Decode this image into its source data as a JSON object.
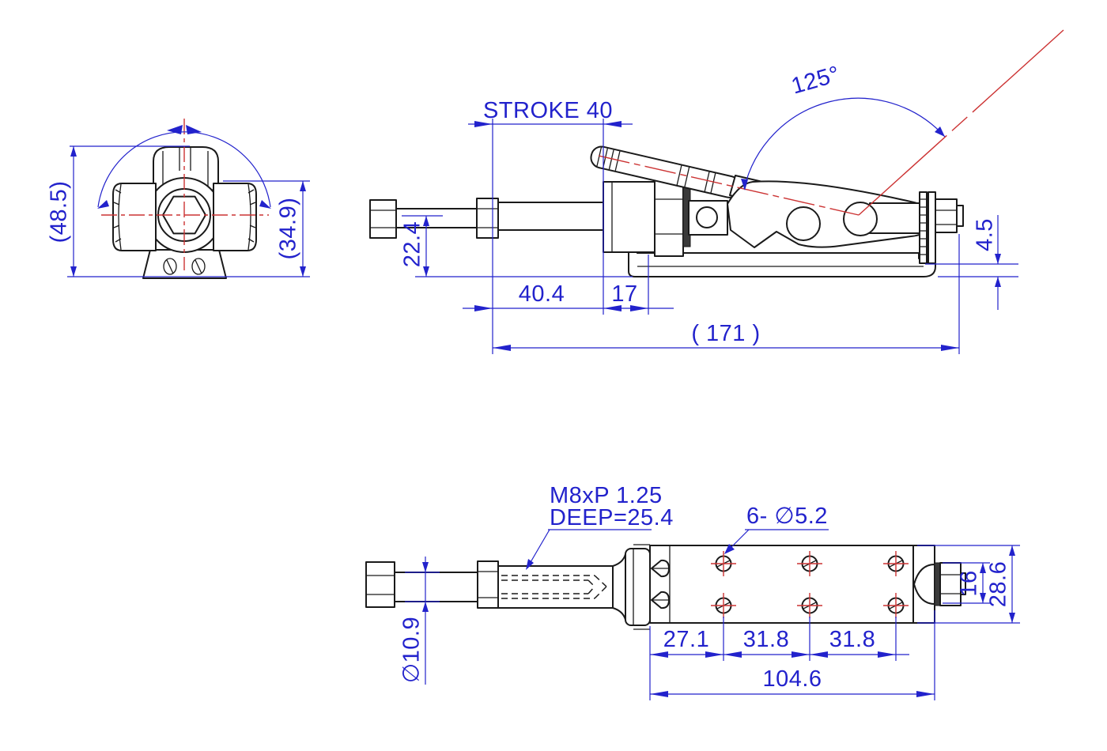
{
  "drawing": {
    "colors": {
      "lines": "#1a1a1a",
      "dimensions": "#2222cc",
      "centerlines": "#cc3333"
    },
    "front_view": {
      "overall_height": "(48.5)",
      "boss_height": "(34.9)"
    },
    "side_view": {
      "stroke_label": "STROKE 40",
      "handle_angle": "125°",
      "center_height": "22.4",
      "nose_length": "40.4",
      "flange_offset": "17",
      "overall_length": "( 171 )",
      "plate_thickness": "4.5"
    },
    "bottom_view": {
      "thread_callout_line1": "M8xP 1.25",
      "thread_callout_line2": "DEEP=25.4",
      "holes_callout": "6- ∅5.2",
      "rod_diameter": "∅10.9",
      "hole_offset": "27.1",
      "hole_pitch_a": "31.8",
      "hole_pitch_b": "31.8",
      "base_length": "104.6",
      "nut_width": "16",
      "body_width": "28.6"
    }
  }
}
